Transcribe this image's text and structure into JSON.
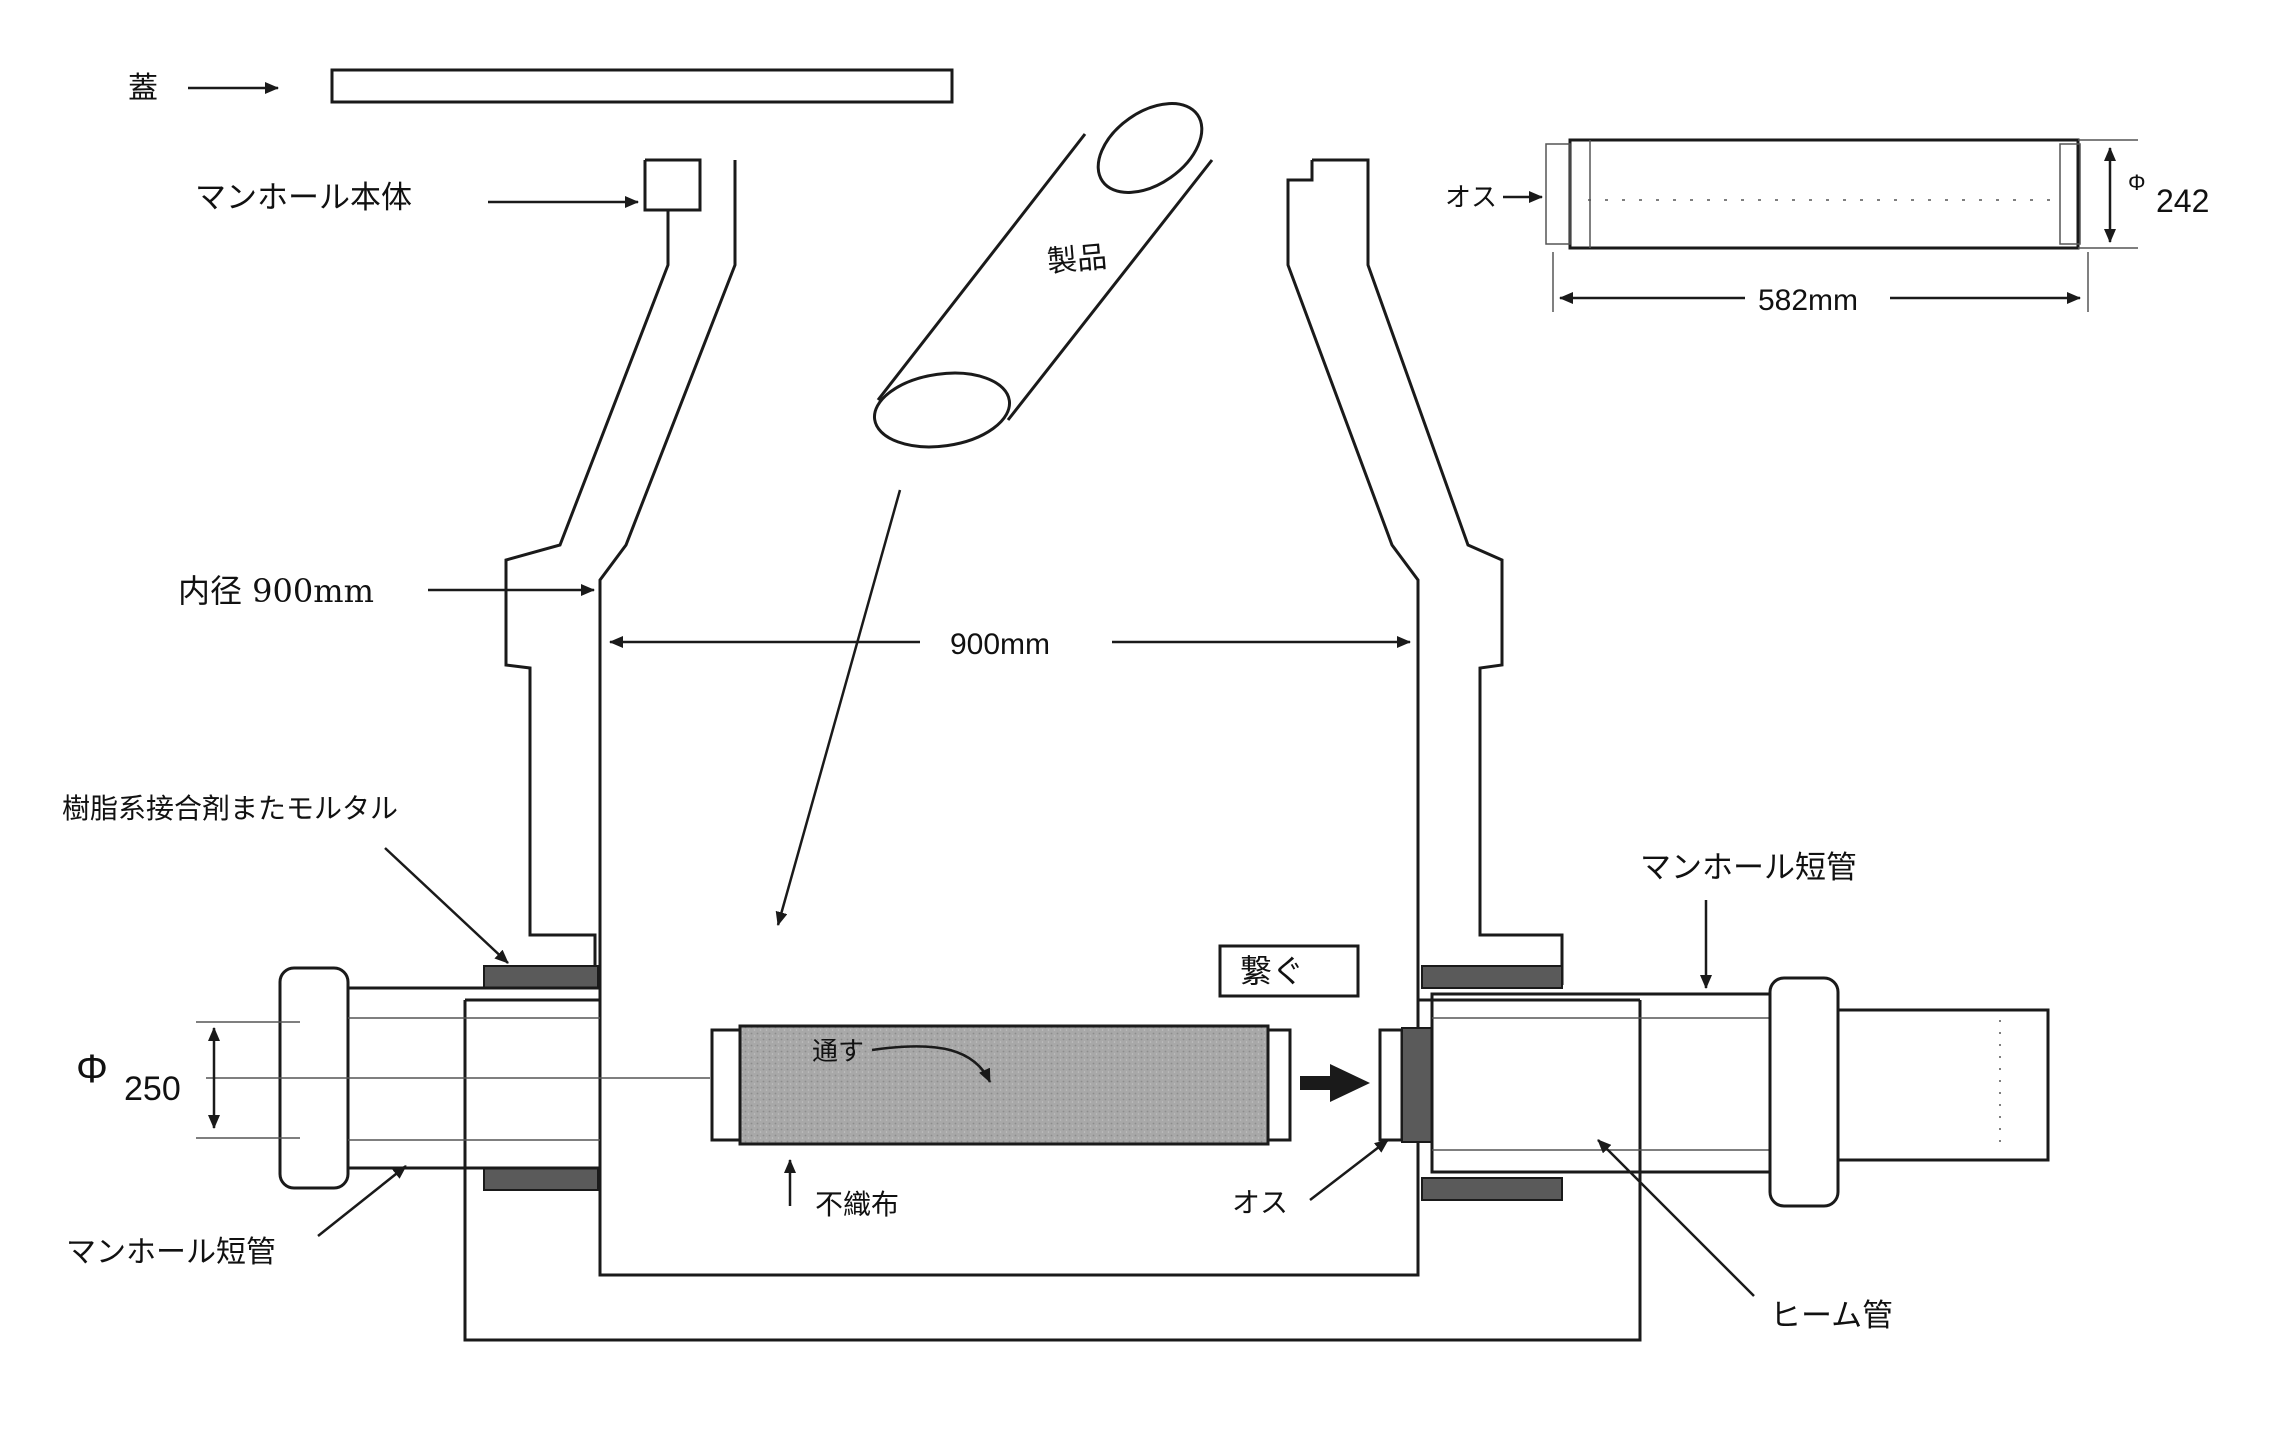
{
  "labels": {
    "lid": "蓋",
    "manhole_body": "マンホール本体",
    "product": "製品",
    "male_top": "オス",
    "phi_top_symbol": "Φ",
    "phi_top_value": "242",
    "length_top": "582mm",
    "inner_diameter": "内径 900mm",
    "width": "900mm",
    "adhesive": "樹脂系接合剤またモルタル",
    "short_pipe_right": "マンホール短管",
    "connect": "繋ぐ",
    "pass_through": "通す",
    "phi_left_symbol": "Φ",
    "phi_left_value": "250",
    "nonwoven": "不織布",
    "male_bottom": "オス",
    "short_pipe_left": "マンホール短管",
    "hume_pipe": "ヒーム管"
  },
  "colors": {
    "line": "#1a1a1a",
    "fabric_fill": "#a8a8a8",
    "gasket_fill": "#5a5a5a",
    "background": "#ffffff"
  }
}
